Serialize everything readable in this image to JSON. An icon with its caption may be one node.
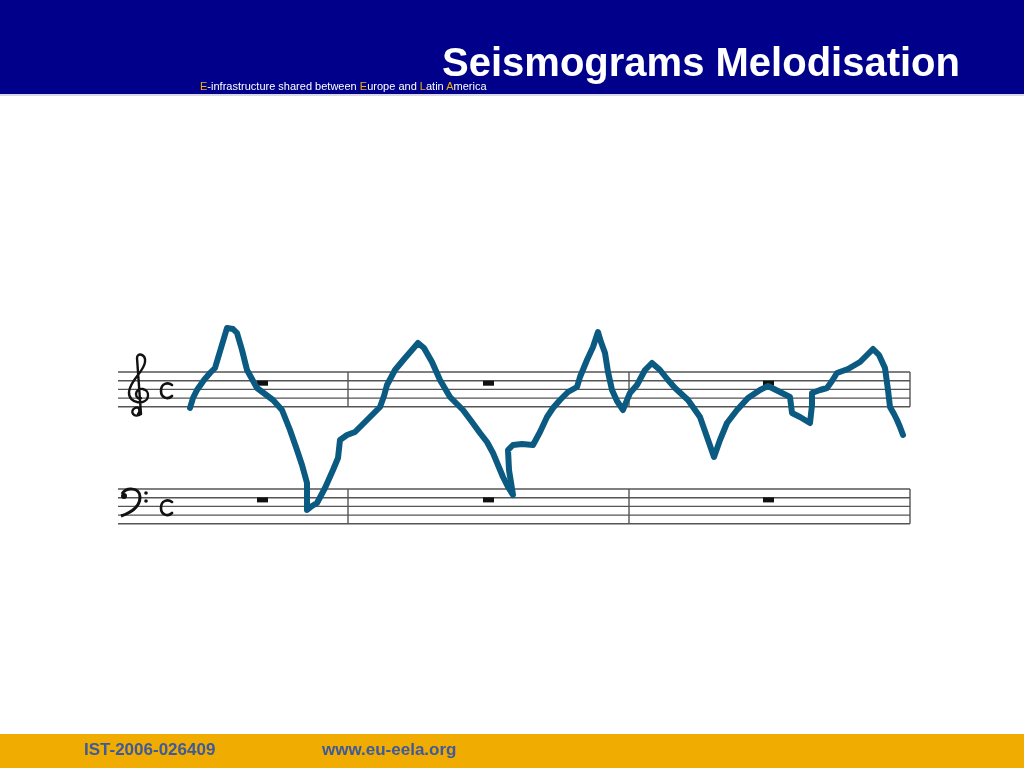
{
  "diagram": {
    "title": "Seismograms Melodisation",
    "labels": [
      "E-infrastructure shared between Europe and Latin America",
      "IST-2006-026409",
      "www.eu-eela.org"
    ]
  }
}
